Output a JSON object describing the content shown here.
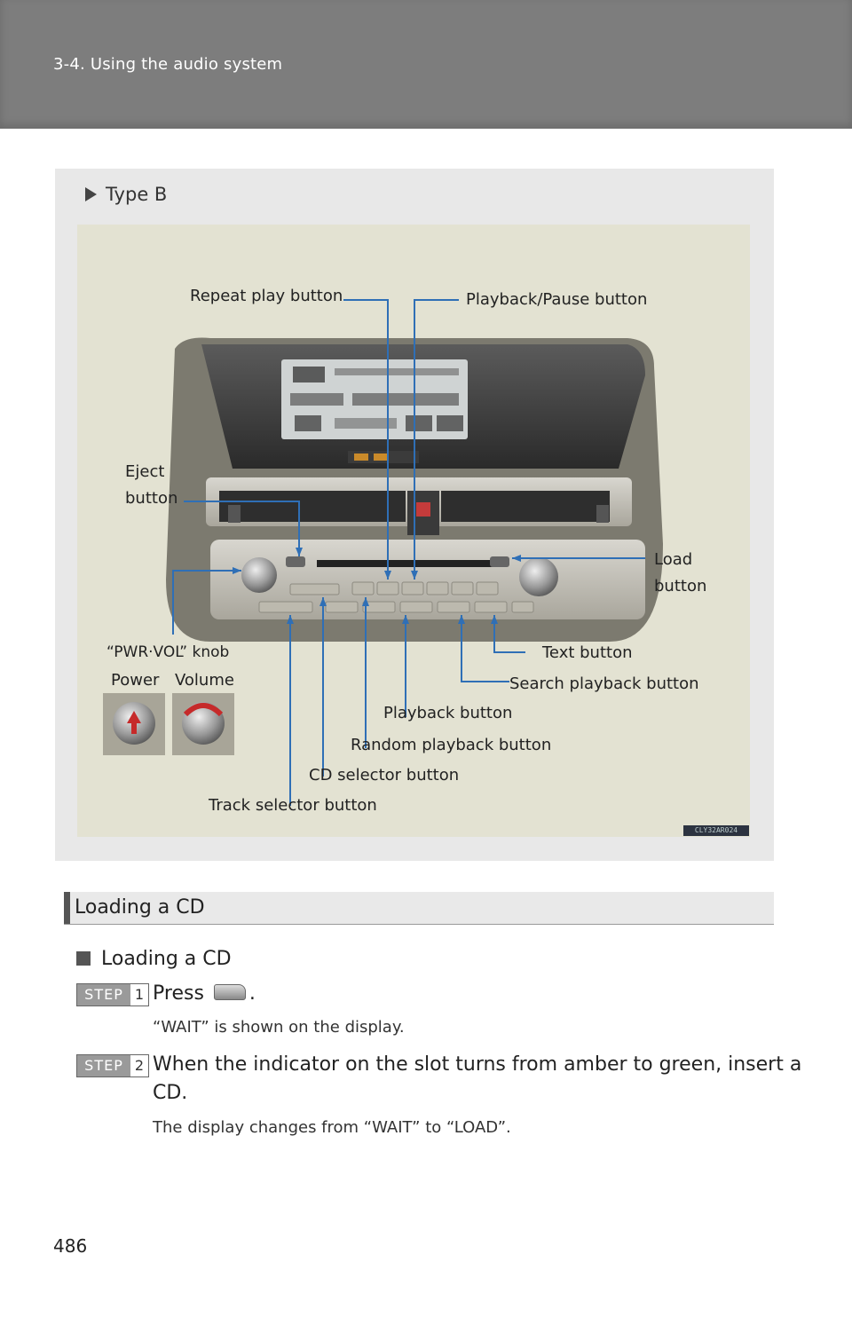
{
  "header": {
    "section_title": "3-4. Using the audio system"
  },
  "figure": {
    "type_label": "Type B",
    "labels": {
      "repeat": "Repeat play button",
      "playpause": "Playback/Pause button",
      "eject_l1": "Eject",
      "eject_l2": "button",
      "load_l1": "Load",
      "load_l2": "button",
      "pwrvol": "“PWR·VOL” knob",
      "power": "Power",
      "volume": "Volume",
      "text": "Text button",
      "search": "Search playback button",
      "playback": "Playback button",
      "random": "Random playback button",
      "cdsel": "CD selector button",
      "track": "Track selector button"
    },
    "image_code": "CLY32AR024"
  },
  "section": {
    "title": "Loading a CD",
    "subheading": "Loading a CD",
    "steps": [
      {
        "label": "STEP",
        "num": "1",
        "text_before": "Press",
        "text_after": ".",
        "note": "“WAIT” is shown on the display."
      },
      {
        "label": "STEP",
        "num": "2",
        "text_line1": "When the indicator on the slot turns from amber to green, insert a",
        "text_line2": "CD.",
        "note": "The display changes from “WAIT” to “LOAD”."
      }
    ]
  },
  "page_number": "486"
}
